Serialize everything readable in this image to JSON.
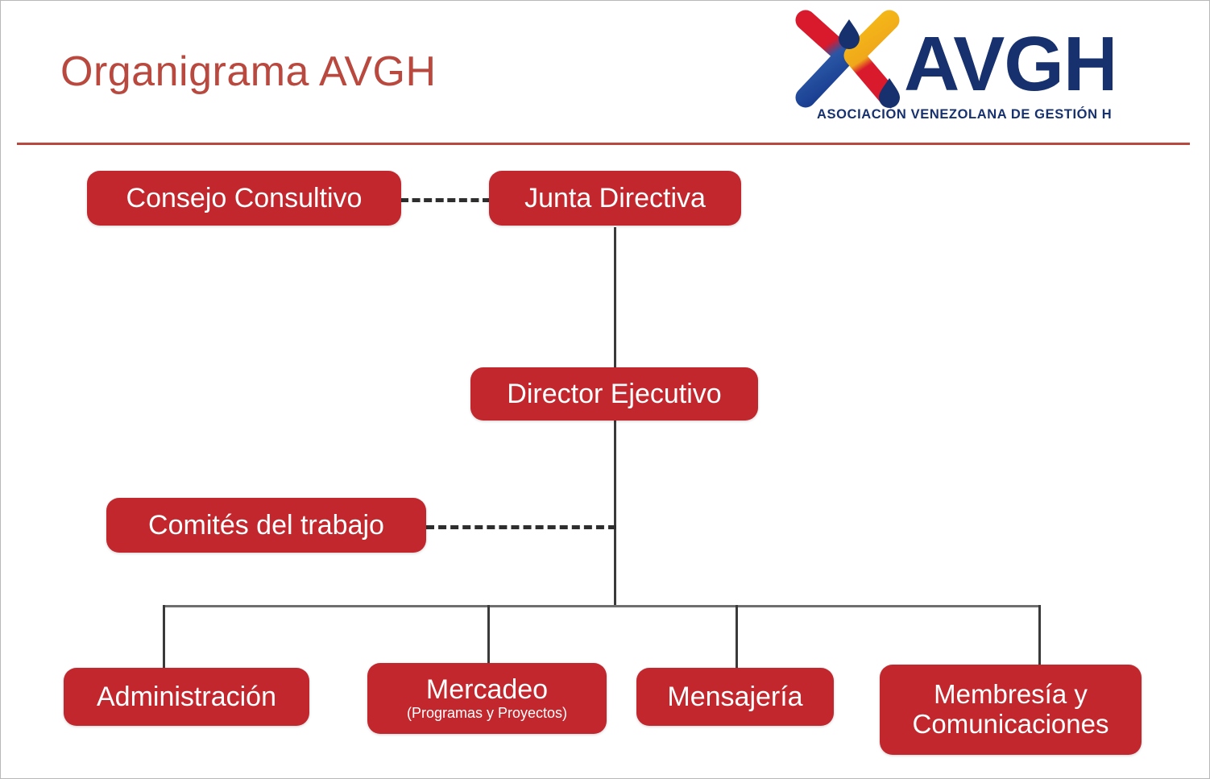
{
  "page": {
    "title": "Organigrama AVGH",
    "background_color": "#ffffff",
    "accent_color": "#b9483e",
    "node_color": "#c1272d",
    "connector_color": "#3a3a3a"
  },
  "logo": {
    "wordmark": "AVGH",
    "tagline": "ASOCIACIÓN VENEZOLANA DE GESTIÓN HUMANA",
    "navy": "#17316e",
    "red": "#d9192c",
    "blue": "#1a52a8",
    "yellow": "#f5ba16"
  },
  "chart_data": {
    "type": "diagram",
    "diagram_kind": "org-chart",
    "title": "Organigrama AVGH",
    "nodes": [
      {
        "id": "consejo",
        "label": "Consejo Consultivo",
        "sublabel": "",
        "level": 0
      },
      {
        "id": "junta",
        "label": "Junta Directiva",
        "sublabel": "",
        "level": 0
      },
      {
        "id": "director",
        "label": "Director Ejecutivo",
        "sublabel": "",
        "level": 1
      },
      {
        "id": "comites",
        "label": "Comités del trabajo",
        "sublabel": "",
        "level": 2
      },
      {
        "id": "admin",
        "label": "Administración",
        "sublabel": "",
        "level": 3
      },
      {
        "id": "mercadeo",
        "label": "Mercadeo",
        "sublabel": "(Programas y Proyectos)",
        "level": 3
      },
      {
        "id": "mensajeria",
        "label": "Mensajería",
        "sublabel": "",
        "level": 3
      },
      {
        "id": "membresia",
        "label": "Membresía y Comunicaciones",
        "sublabel": "",
        "level": 3
      }
    ],
    "edges": [
      {
        "from": "consejo",
        "to": "junta",
        "style": "dashed"
      },
      {
        "from": "junta",
        "to": "director",
        "style": "solid"
      },
      {
        "from": "director",
        "to": "comites",
        "style": "dashed"
      },
      {
        "from": "director",
        "to": "admin",
        "style": "solid"
      },
      {
        "from": "director",
        "to": "mercadeo",
        "style": "solid"
      },
      {
        "from": "director",
        "to": "mensajeria",
        "style": "solid"
      },
      {
        "from": "director",
        "to": "membresia",
        "style": "solid"
      }
    ]
  }
}
